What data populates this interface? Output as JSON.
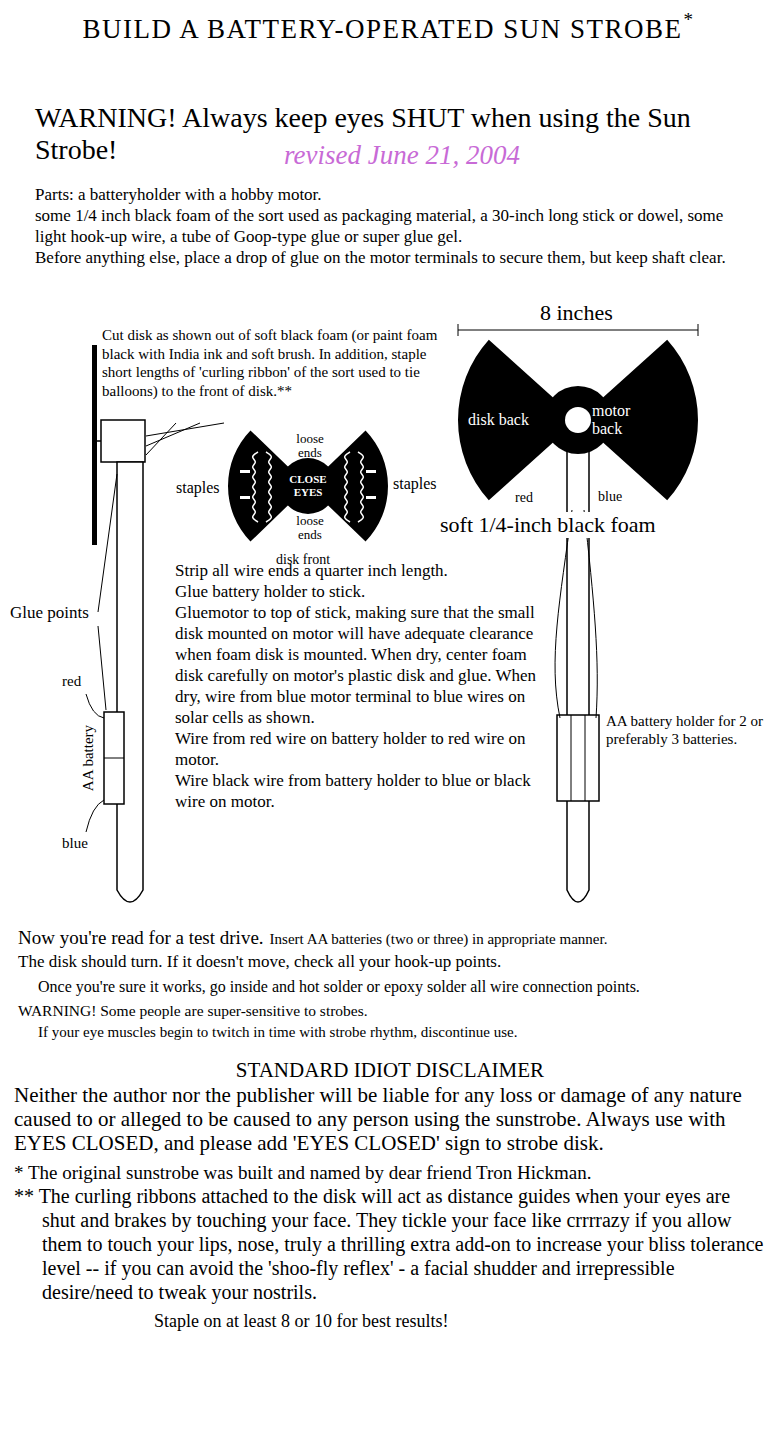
{
  "diagram": {
    "title": "BUILD A BATTERY-OPERATED SUN STROBE",
    "nodes": [
      {
        "text": [
          "CLOSE EYES"
        ]
      },
      {
        "text": [
          "disk back",
          "motor back"
        ]
      }
    ],
    "labels": [
      "*",
      "WARNING! Always keep eyes SHUT when using the Sun Strobe!",
      "revised June 21, 2004",
      "Parts: a batteryholder with a hobby motor.",
      "some 1/4 inch black foam of the sort used as packaging material, a 30-inch long stick or dowel, some light hook-up wire, a tube of Goop-type glue or super glue gel.",
      "Before anything else, place a drop of glue on the motor terminals to secure them, but keep shaft clear.",
      "Cut disk as shown out of soft black foam (or paint foam black with India ink and soft brush. In addition, staple short lengths of 'curling ribbon' of the sort used to tie balloons) to the front of disk.**",
      "8 inches",
      "loose ends",
      "staples",
      "staples",
      "loose ends",
      "disk front",
      "red",
      "blue",
      "soft 1/4-inch black foam",
      "Glue points",
      "red",
      "AA battery",
      "blue",
      "Strip all wire ends a quarter inch length.",
      "Glue battery holder to stick.",
      "Gluemotor to top of stick, making sure that the small disk mounted on motor will have adequate clearance when foam disk is mounted. When dry, center foam disk carefully on motor's plastic disk and glue. When dry, wire from blue motor terminal to blue wires on solar cells as shown.",
      "Wire from red wire on battery holder to red wire on motor.",
      "Wire black wire from battery holder to blue or black wire on motor.",
      "AA battery holder for 2 or preferably 3 batteries.",
      "Now you're read for a test drive.",
      "Insert AA batteries (two or three) in appropriate manner.",
      "The disk should turn. If it doesn't move, check all your hook-up points.",
      "Once you're sure it works, go inside and hot solder or epoxy solder all wire connection points.",
      "WARNING! Some people are super-sensitive to strobes.",
      "If your eye muscles begin to twitch in time with strobe rhythm, discontinue use.",
      "STANDARD IDIOT DISCLAIMER",
      "Neither the author nor the publisher will be liable for any loss or damage of any nature caused to or alleged to be caused to any person using the sunstrobe. Always use with EYES CLOSED, and please add 'EYES CLOSED' sign to strobe disk.",
      "* The original sunstrobe was built and named by dear friend Tron Hickman.",
      "** The curling ribbons attached to the disk will act as distance guides when your eyes are shut and brakes by touching your face. They tickle your face like crrrrazy if you allow them to touch your lips, nose, truly a thrilling extra add-on to increase your bliss tolerance level -- if you can avoid the 'shoo-fly reflex' - a facial shudder and irrepressible desire/need to tweak your nostrils.",
      "Staple on at least 8 or 10 for best results!"
    ]
  }
}
